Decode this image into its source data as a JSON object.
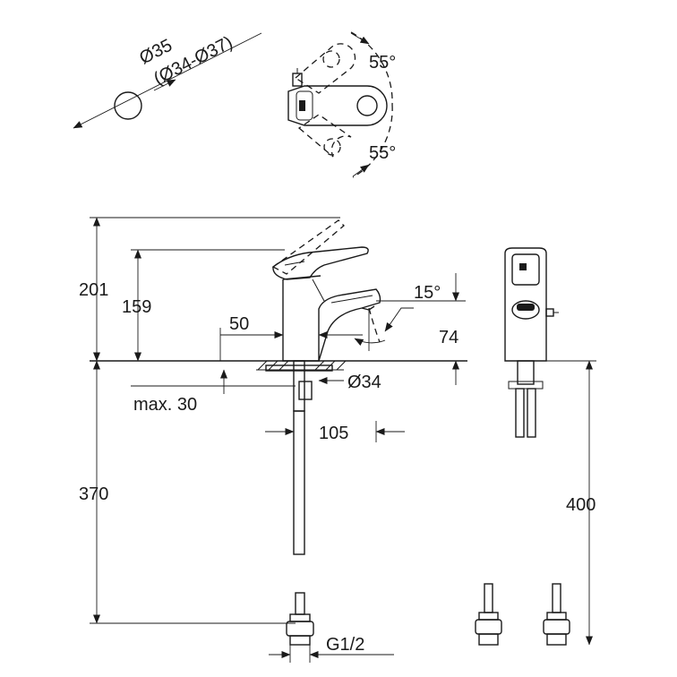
{
  "labels": {
    "hole_diameter": "Ø35",
    "hole_range": "(Ø34-Ø37)",
    "angle_top": "55°",
    "angle_bottom": "55°",
    "height_total": "201",
    "height_spout": "159",
    "spout_angle": "15°",
    "base_offset": "50",
    "spout_height": "74",
    "base_diameter": "Ø34",
    "max_thickness": "max. 30",
    "projection": "105",
    "hose_length": "370",
    "hose_length_side": "400",
    "thread": "G1/2"
  }
}
